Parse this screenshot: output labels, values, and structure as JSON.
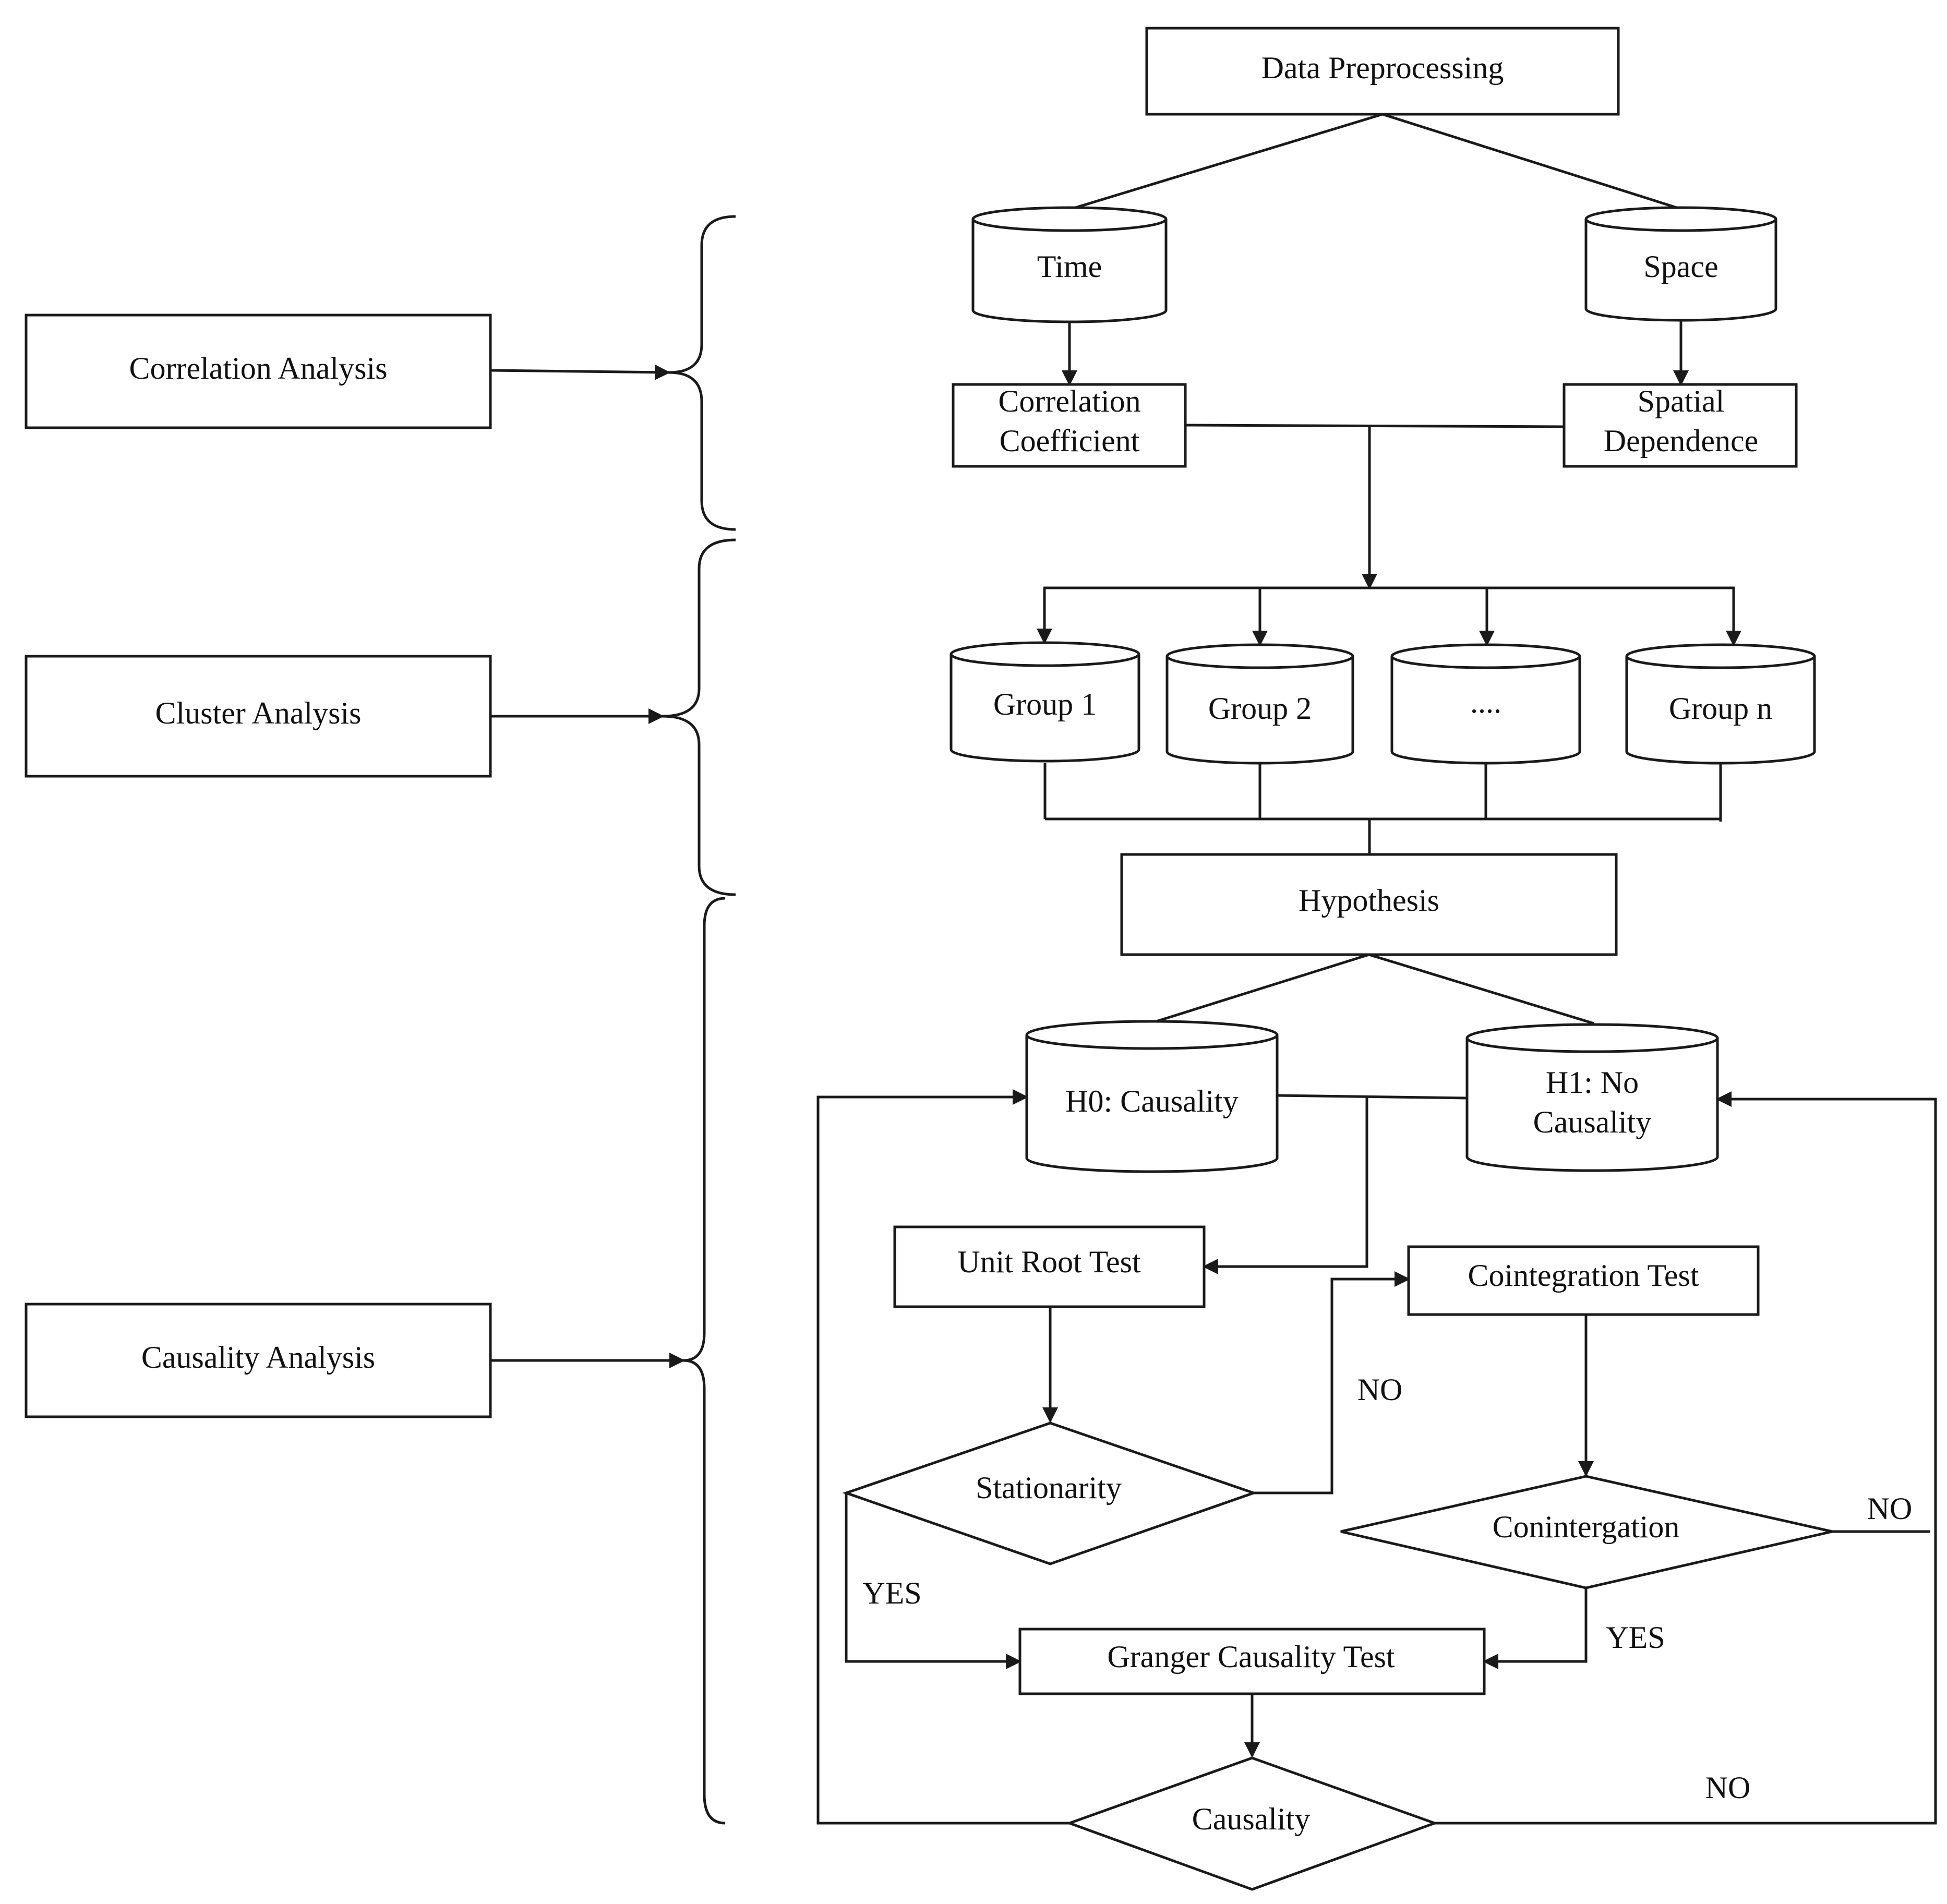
{
  "side_panels": {
    "correlation": "Correlation Analysis",
    "cluster": "Cluster Analysis",
    "causality": "Causality Analysis"
  },
  "nodes": {
    "data_preprocessing": "Data Preprocessing",
    "time": "Time",
    "space": "Space",
    "correlation_coefficient": [
      "Correlation",
      "Coefficient"
    ],
    "spatial_dependence": [
      "Spatial",
      "Dependence"
    ],
    "group_1": "Group 1",
    "group_2": "Group 2",
    "group_ellipsis": "....",
    "group_n": "Group n",
    "hypothesis": "Hypothesis",
    "h0": "H0: Causality",
    "h1": [
      "H1: No",
      "Causality"
    ],
    "unit_root_test": "Unit Root Test",
    "cointegration_test": "Cointegration Test",
    "stationarity": "Stationarity",
    "cointergation": "Conintergation",
    "granger_test": "Granger Causality Test",
    "causality": "Causality"
  },
  "edge_labels": {
    "stationarity_no": "NO",
    "stationarity_yes": "YES",
    "cointergation_no": "NO",
    "cointergation_yes": "YES",
    "causality_no": "NO"
  }
}
